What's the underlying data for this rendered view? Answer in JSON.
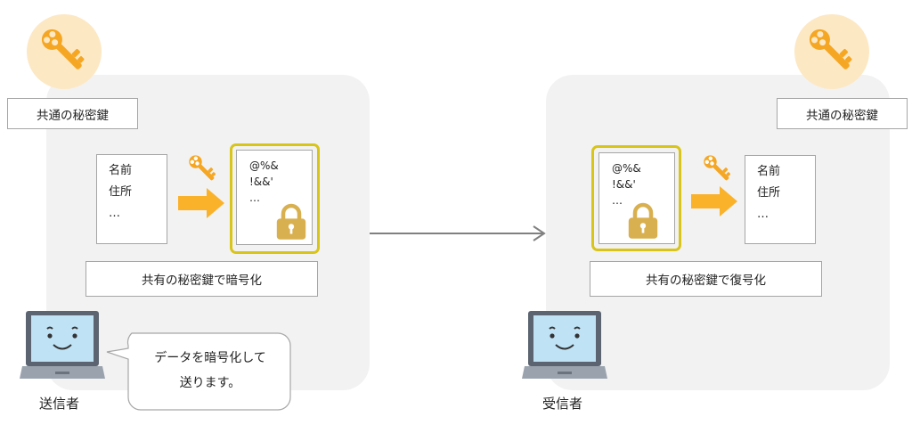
{
  "sender": {
    "key_label": "共通の秘密鍵",
    "plain_lines": [
      "名前",
      "住所",
      "…"
    ],
    "cipher_lines": [
      "@%&",
      "!&&'",
      "…"
    ],
    "action_label": "共有の秘密鍵で暗号化",
    "speech_lines": [
      "データを暗号化して",
      "送ります。"
    ],
    "caption": "送信者"
  },
  "receiver": {
    "key_label": "共通の秘密鍵",
    "plain_lines": [
      "名前",
      "住所",
      "…"
    ],
    "cipher_lines": [
      "@%&",
      "!&&'",
      "…"
    ],
    "action_label": "共有の秘密鍵で復号化",
    "caption": "受信者"
  },
  "colors": {
    "key": "#f5a623",
    "key_circle": "#fde8c4",
    "arrow_orange": "#fbb22b",
    "lock": "#d9b04f",
    "ring": "#d9c41a",
    "panel": "#f2f2f2",
    "laptop_screen": "#bfe3f5",
    "connector": "#808080"
  },
  "icons": [
    "key-icon",
    "lock-icon",
    "laptop-icon",
    "right-arrow-icon"
  ]
}
